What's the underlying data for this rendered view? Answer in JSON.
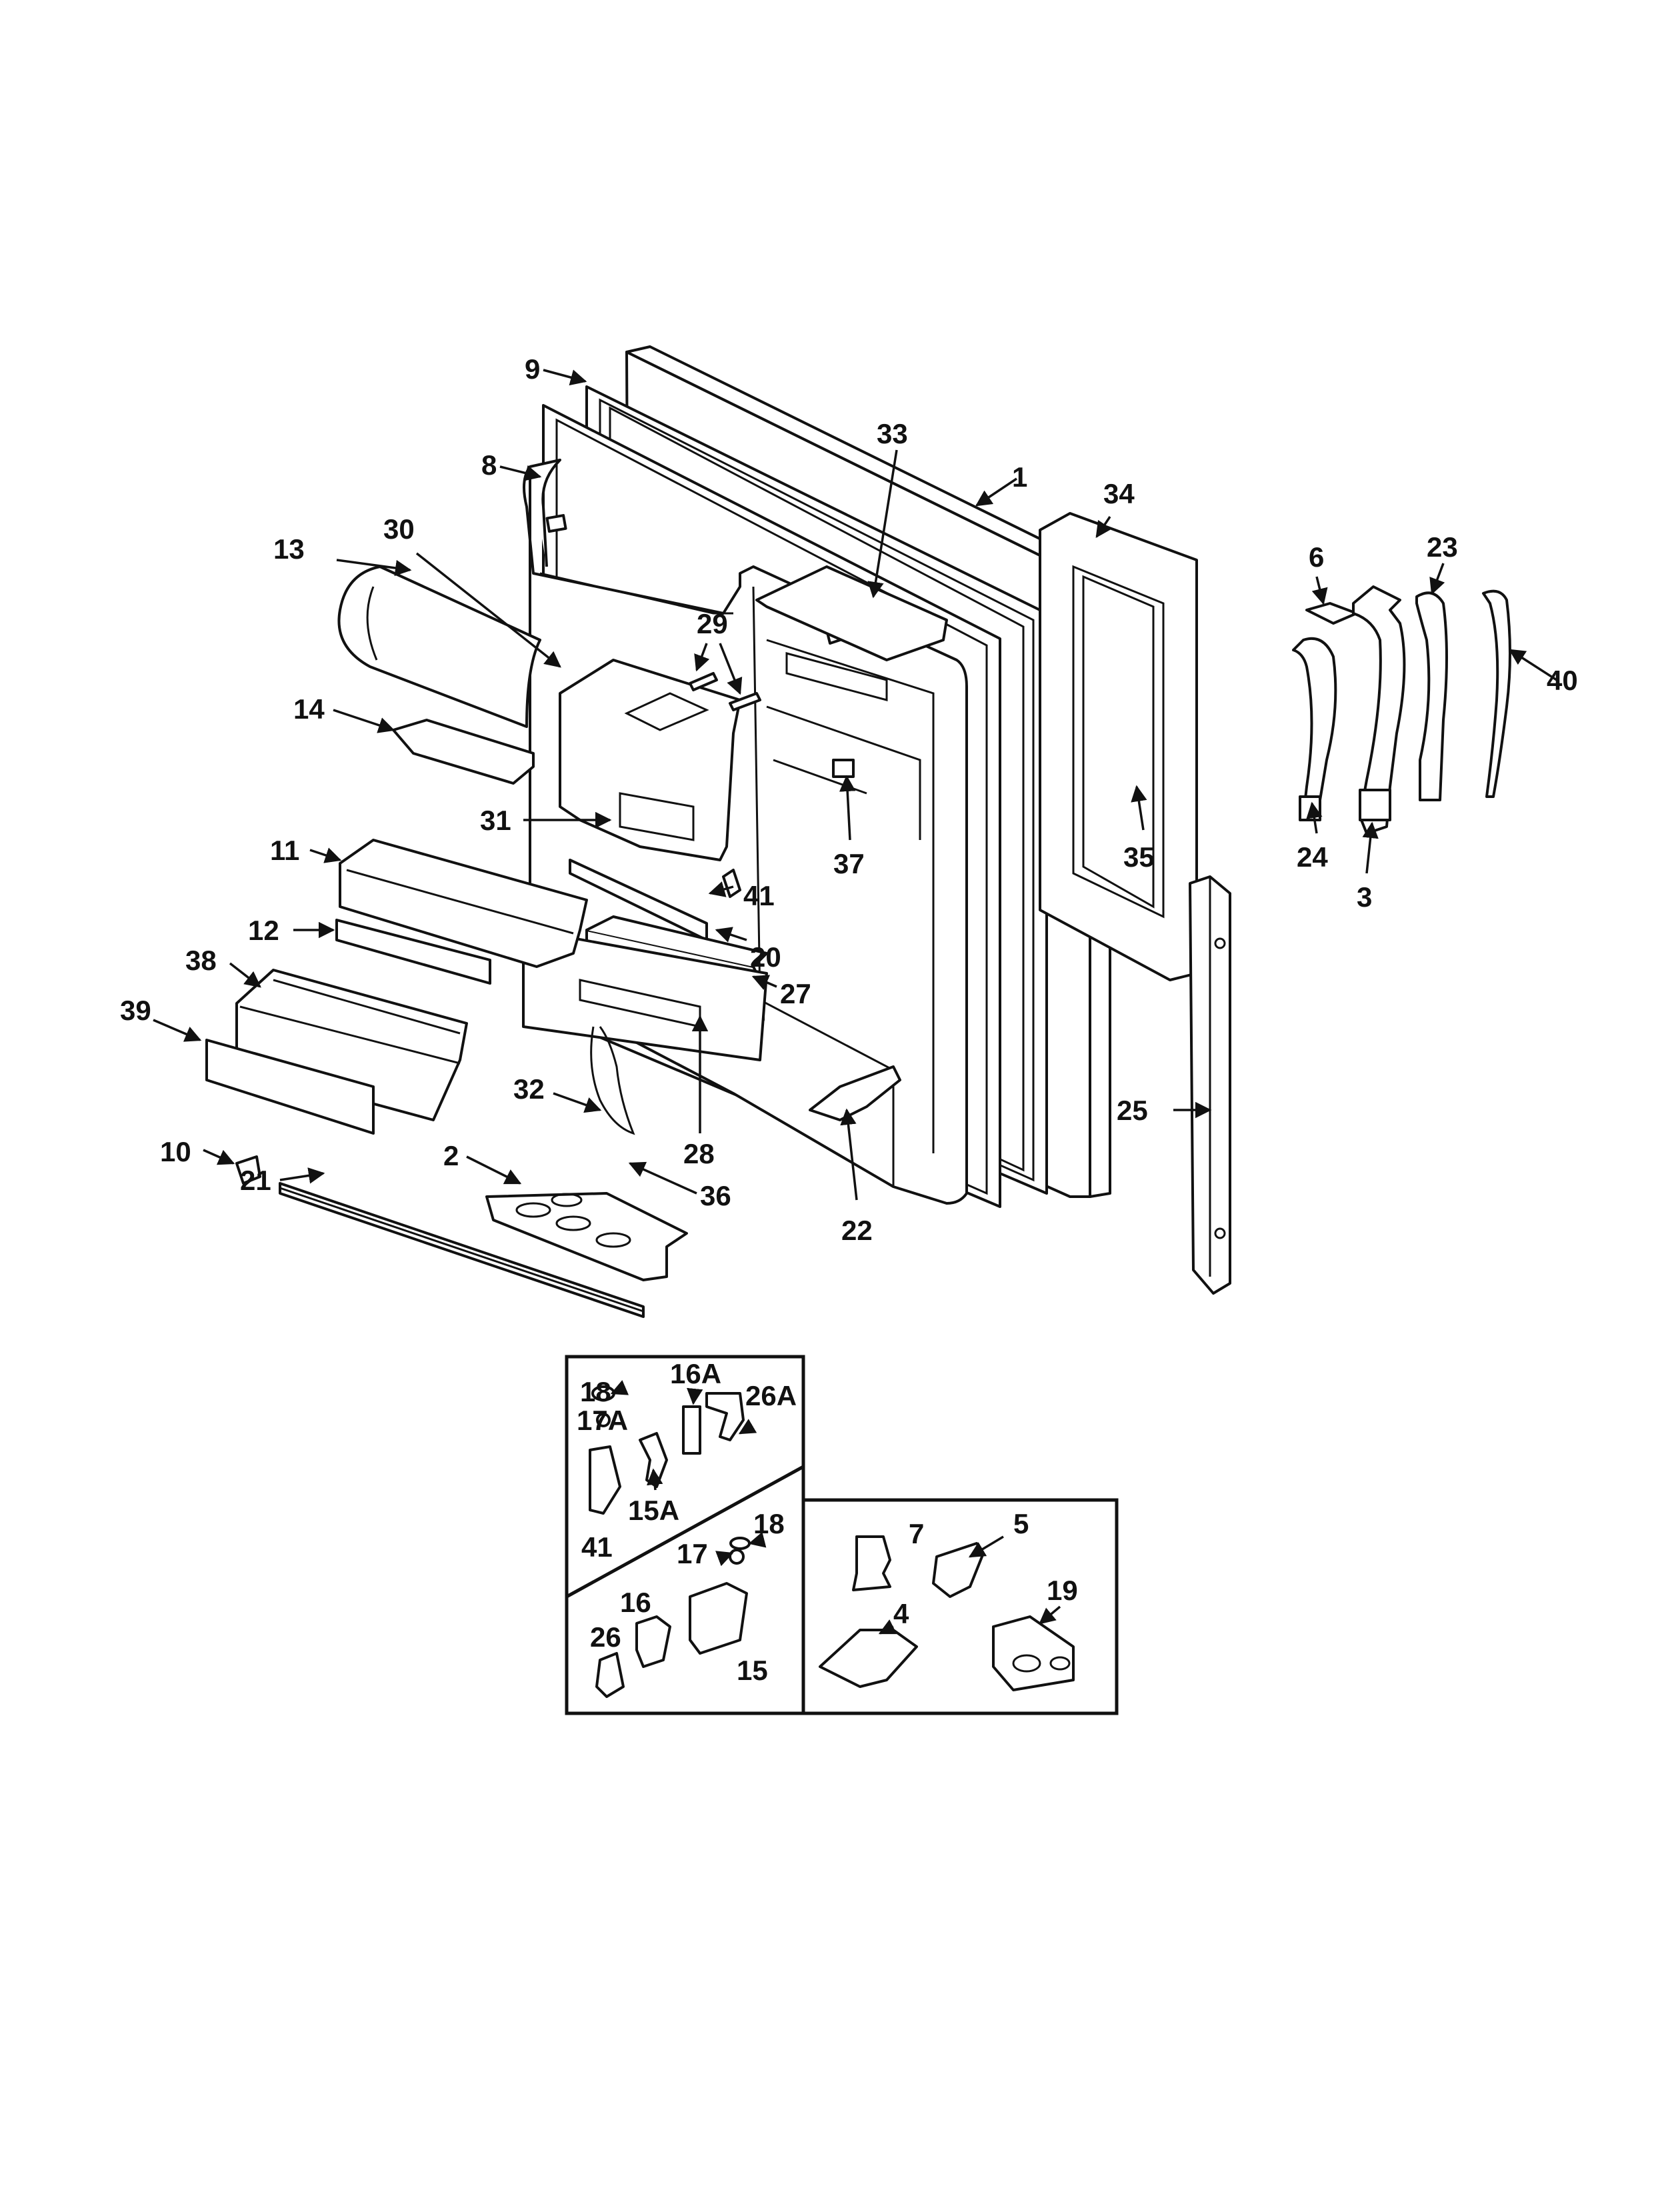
{
  "labels": {
    "n1": "1",
    "n2": "2",
    "n3": "3",
    "n6": "6",
    "n8": "8",
    "n9": "9",
    "n10": "10",
    "n11": "11",
    "n12": "12",
    "n13": "13",
    "n14": "14",
    "n20": "20",
    "n21": "21",
    "n22": "22",
    "n23": "23",
    "n24": "24",
    "n25": "25",
    "n27": "27",
    "n28": "28",
    "n29": "29",
    "n30": "30",
    "n31": "31",
    "n32": "32",
    "n33": "33",
    "n34": "34",
    "n35": "35",
    "n36": "36",
    "n37": "37",
    "n38": "38",
    "n39": "39",
    "n40": "40",
    "n41": "41"
  },
  "inset_left": {
    "n18a": "18",
    "n16A": "16A",
    "n26A": "26A",
    "n17A": "17A",
    "n15A": "15A",
    "n41b": "41",
    "n18b": "18",
    "n17": "17",
    "n16": "16",
    "n26": "26",
    "n15": "15"
  },
  "inset_right": {
    "n7": "7",
    "n5": "5",
    "n4": "4",
    "n19": "19"
  }
}
